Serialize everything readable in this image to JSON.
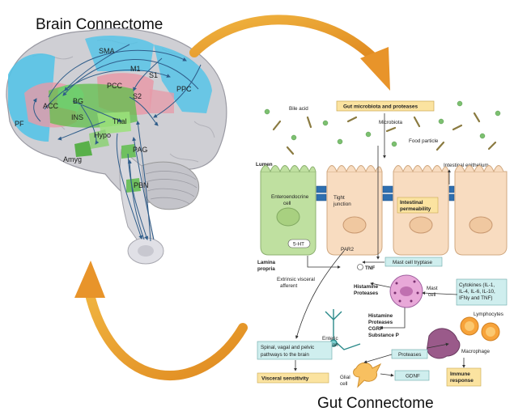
{
  "titles": {
    "brain": "Brain Connectome",
    "gut": "Gut Connectome"
  },
  "brain_regions": {
    "sma": "SMA",
    "m1": "M1",
    "s1": "S1",
    "ppc": "PPC",
    "pcc": "PCC",
    "s2": "S2",
    "acc": "ACC",
    "bg": "BG",
    "pf": "PF",
    "ins": "INS",
    "thal": "Thal",
    "hypo": "Hypo",
    "amyg": "Amyg",
    "pag": "PAG",
    "pbn": "PBN"
  },
  "gut": {
    "gut_microbiota_box": "Gut microbiota and proteases",
    "bile_acid": "Bile acid",
    "microbiota": "Microbiota",
    "food_particle": "Food particle",
    "lumen": "Lumen",
    "intestinal_epithelium": "Intestinal epithelium",
    "enteroendocrine_cell_1": "Enteroendocrine",
    "enteroendocrine_cell_2": "cell",
    "tight_junction_1": "Tight",
    "tight_junction_2": "junction",
    "intestinal_permeability_1": "Intestinal",
    "intestinal_permeability_2": "permeability",
    "serotonin": "5-HT",
    "par2": "PAR2",
    "lamina_propria_1": "Lamina",
    "lamina_propria_2": "propria",
    "tnf": "TNF",
    "mast_cell_tryptase": "Mast cell tryptase",
    "extrinsic_afferent_1": "Extrinsic visceral",
    "extrinsic_afferent_2": "afferent",
    "histamine": "Histamine",
    "proteases": "Proteases",
    "mast_cell_1": "Mast",
    "mast_cell_2": "cell",
    "cytokines_1": "Cytokines (IL-1,",
    "cytokines_2": "IL-4, IL-6, IL-10,",
    "cytokines_3": "IFNγ and TNF)",
    "lymphocytes": "Lymphocytes",
    "mediator_histamine": "Histamine",
    "mediator_proteases": "Proteases",
    "mediator_cgrp": "CGRP",
    "mediator_substance_p": "Substance P",
    "enteric_neuron_1": "Enteric",
    "enteric_neuron_2": "neuron",
    "macrophage": "Macrophage",
    "proteases_box": "Proteases",
    "spinal_box_1": "Spinal, vagal and pelvic",
    "spinal_box_2": "pathways to the brain",
    "visceral_sensitivity": "Visceral sensitivity",
    "glial_cell_1": "Glial",
    "glial_cell_2": "cell",
    "gdnf": "GDNF",
    "immune_response_1": "Immune",
    "immune_response_2": "response"
  },
  "colors": {
    "cortex_blue": "#4fc3e8",
    "pink_region": "#e79aa8",
    "green_region": "#5fbf4a",
    "arrow_orange": "#e8a030",
    "box_yellow": "#fbe3a0",
    "box_teal": "#cfeeee",
    "cell_green": "#bfe0a0",
    "cell_peach": "#f8dcc0"
  }
}
